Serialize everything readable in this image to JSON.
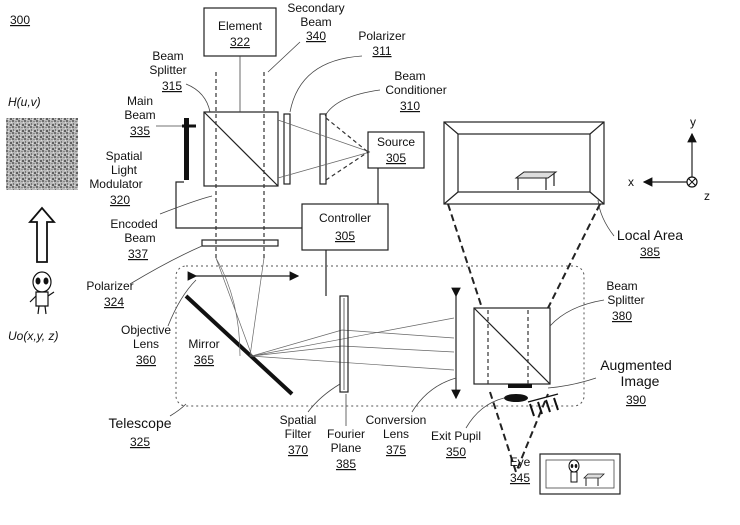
{
  "figure_number": "300",
  "labels": {
    "element": {
      "name": "Element",
      "num": "322"
    },
    "secondary_beam": {
      "name1": "Secondary",
      "name2": "Beam",
      "num": "340"
    },
    "polarizer_311": {
      "name": "Polarizer",
      "num": "311"
    },
    "beam_splitter_315": {
      "name1": "Beam",
      "name2": "Splitter",
      "num": "315"
    },
    "beam_conditioner": {
      "name1": "Beam",
      "name2": "Conditioner",
      "num": "310"
    },
    "main_beam": {
      "name1": "Main",
      "name2": "Beam",
      "num": "335"
    },
    "source": {
      "name": "Source",
      "num": "305"
    },
    "slm": {
      "name1": "Spatial",
      "name2": "Light",
      "name3": "Modulator",
      "num": "320"
    },
    "controller": {
      "name": "Controller",
      "num": "305"
    },
    "encoded_beam": {
      "name1": "Encoded",
      "name2": "Beam",
      "num": "337"
    },
    "polarizer_324": {
      "name": "Polarizer",
      "num": "324"
    },
    "objective_lens": {
      "name1": "Objective",
      "name2": "Lens",
      "num": "360"
    },
    "mirror": {
      "name": "Mirror",
      "num": "365"
    },
    "telescope": {
      "name": "Telescope",
      "num": "325"
    },
    "spatial_filter": {
      "name1": "Spatial",
      "name2": "Filter",
      "num": "370"
    },
    "fourier_plane": {
      "name1": "Fourier",
      "name2": "Plane",
      "num": "385"
    },
    "conversion_lens": {
      "name1": "Conversion",
      "name2": "Lens",
      "num": "375"
    },
    "exit_pupil": {
      "name": "Exit Pupil",
      "num": "350"
    },
    "eye": {
      "name": "Eye",
      "num": "345"
    },
    "local_area": {
      "name": "Local Area",
      "num": "385"
    },
    "beam_splitter_380": {
      "name1": "Beam",
      "name2": "Splitter",
      "num": "380"
    },
    "augmented_image": {
      "name1": "Augmented",
      "name2": "Image",
      "num": "390"
    },
    "h_uv": "H(u,v)",
    "uo": "Uo(x,y, z)",
    "axis_x": "x",
    "axis_y": "y",
    "axis_z": "z"
  },
  "colors": {
    "line": "#222222",
    "hologram": "#9a9a9a"
  }
}
